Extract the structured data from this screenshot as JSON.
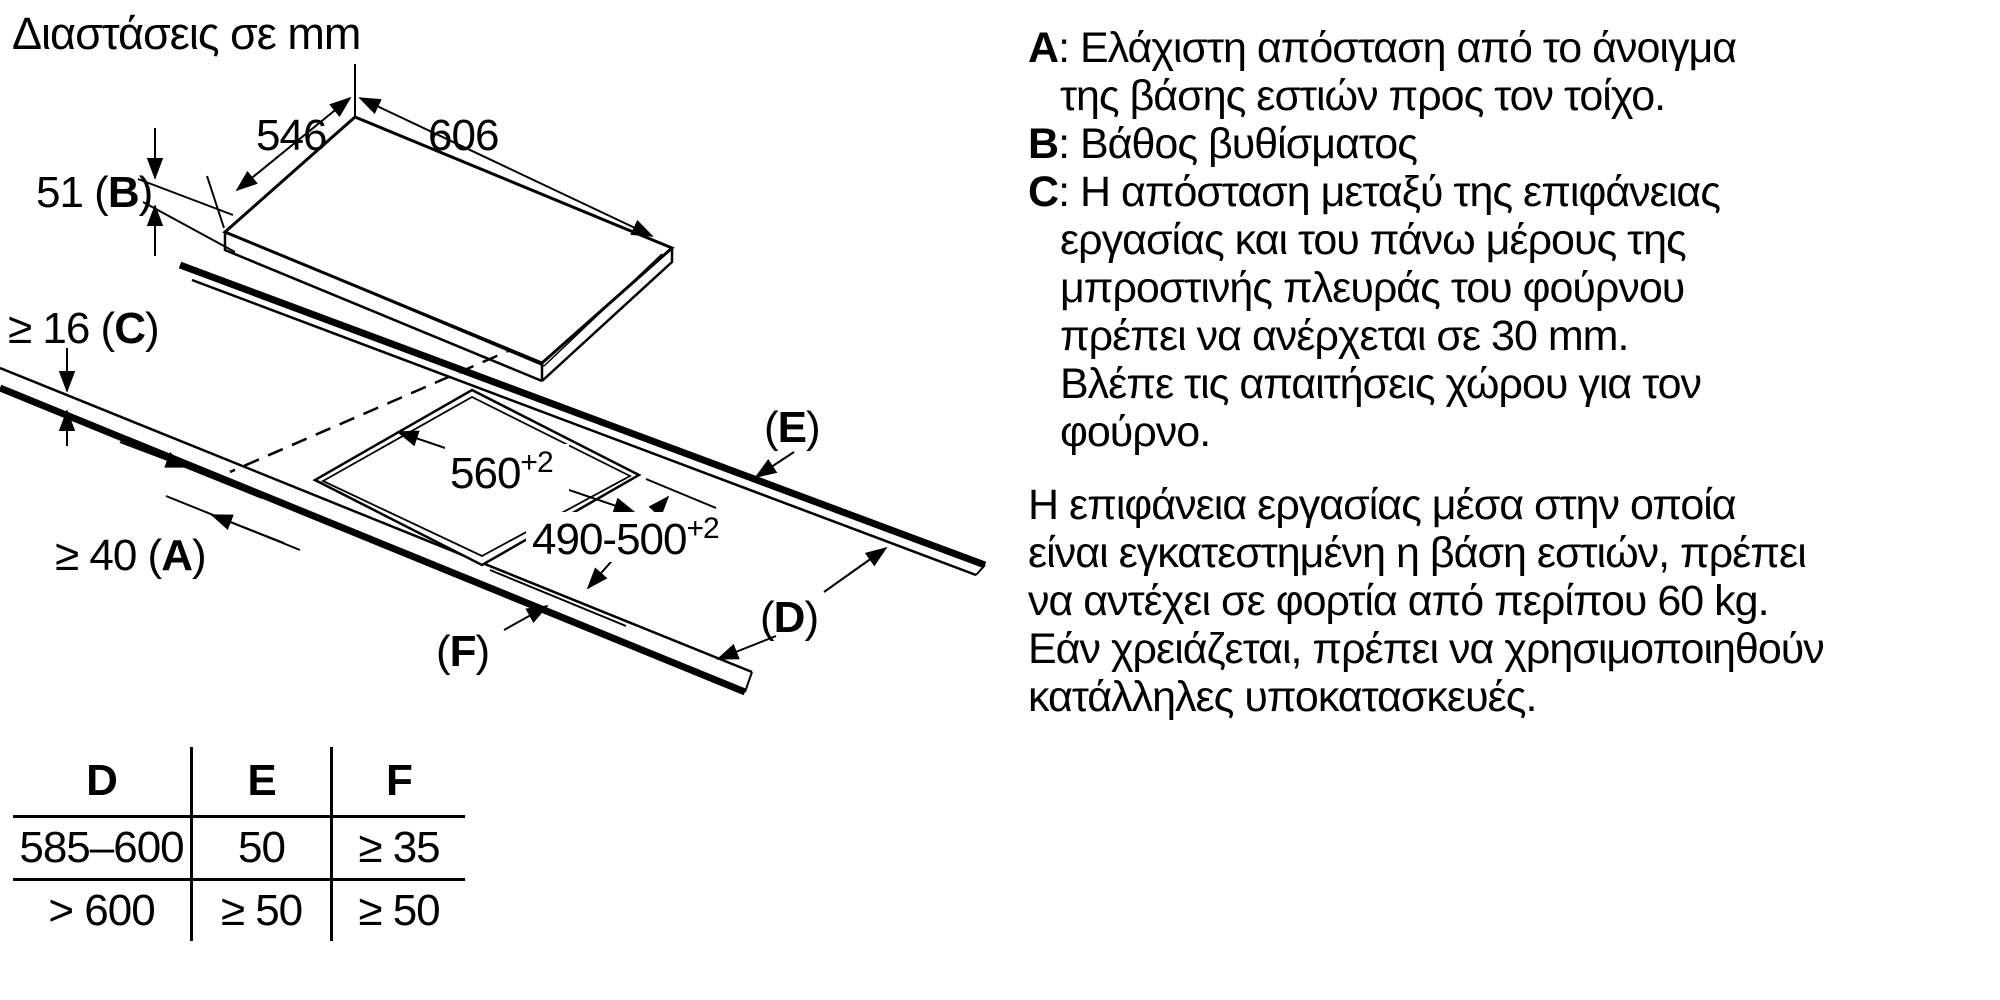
{
  "title": "Διαστάσεις σε mm",
  "diagram": {
    "dim_top_left": "546",
    "dim_top_right": "606",
    "dim_depth": {
      "value": "51 (",
      "letter": "B",
      "close": ")"
    },
    "dim_thickness": {
      "value": "≥ 16 (",
      "letter": "C",
      "close": ")"
    },
    "dim_wall": {
      "value": "≥ 40 (",
      "letter": "A",
      "close": ")"
    },
    "dim_cutout_width": {
      "base": "560",
      "sup": "+2"
    },
    "dim_cutout_depth": {
      "base": "490-500",
      "sup": "+2"
    },
    "label_e": {
      "open": "(",
      "letter": "E",
      "close": ")"
    },
    "label_d": {
      "open": "(",
      "letter": "D",
      "close": ")"
    },
    "label_f": {
      "open": "(",
      "letter": "F",
      "close": ")"
    }
  },
  "legend": [
    {
      "letter": "A",
      "colon": ":",
      "lines": [
        "Ελάχιστη απόσταση από το άνοιγμα",
        "της βάσης εστιών προς τον τοίχο."
      ]
    },
    {
      "letter": "B",
      "colon": ":",
      "lines": [
        "Βάθος βυθίσματος"
      ]
    },
    {
      "letter": "C",
      "colon": ":",
      "lines": [
        "Η απόσταση μεταξύ της επιφάνειας",
        "εργασίας και του πάνω μέρους της",
        "μπροστινής πλευράς του φούρνου",
        "πρέπει να ανέρχεται σε 30 mm.",
        "Βλέπε τις απαιτήσεις χώρου για τον",
        "φούρνο."
      ]
    }
  ],
  "paragraph": [
    "Η επιφάνεια εργασίας μέσα στην οποία",
    "είναι εγκατεστημένη η βάση εστιών, πρέπει",
    "να αντέχει σε φορτία από περίπου 60 kg.",
    "Εάν χρειάζεται, πρέπει να χρησιμοποιηθούν",
    "κατάλληλες υποκατασκευές."
  ],
  "table": {
    "headers": [
      "D",
      "E",
      "F"
    ],
    "rows": [
      [
        "585–600",
        "50",
        "≥ 35"
      ],
      [
        "> 600",
        "≥ 50",
        "≥ 50"
      ]
    ]
  },
  "colors": {
    "ink": "#000000",
    "background": "#ffffff"
  }
}
